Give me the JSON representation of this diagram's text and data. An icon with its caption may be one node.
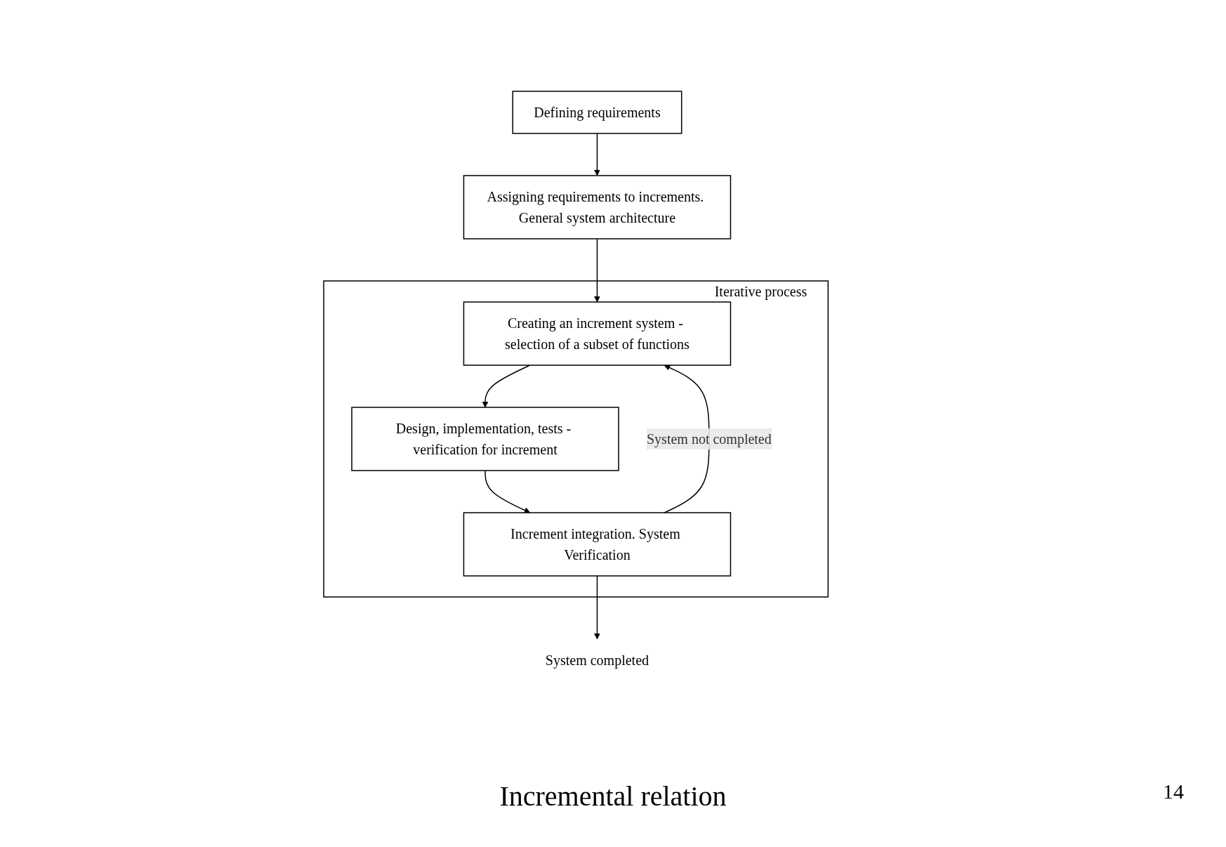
{
  "diagram": {
    "caption": "Incremental relation",
    "nodes": [
      {
        "text": [
          "Defining requirements"
        ]
      },
      {
        "text": [
          "Assigning requirements to increments. General system architecture"
        ]
      },
      {
        "text": [
          "Iterative process"
        ]
      },
      {
        "text": [
          "Creating an increment system - selection of a subset of functions"
        ],
        "in": 2
      },
      {
        "text": [
          "Design, implementation, tests - verification for increment"
        ],
        "in": 2
      },
      {
        "text": [
          "Increment integration. System Verification"
        ],
        "in": 2
      },
      {
        "text": [
          "System completed"
        ]
      }
    ],
    "edges": [
      {
        "from": 0,
        "to": 1,
        "arrow": "to"
      },
      {
        "from": 1,
        "to": 3,
        "arrow": "to"
      },
      {
        "from": 3,
        "to": 4,
        "arrow": "to"
      },
      {
        "from": 4,
        "to": 5,
        "arrow": "to"
      },
      {
        "from": 5,
        "to": 3,
        "label": "System not completed",
        "arrow": "to"
      },
      {
        "from": 5,
        "to": 6,
        "arrow": "to"
      }
    ],
    "labels": [
      "14"
    ]
  }
}
